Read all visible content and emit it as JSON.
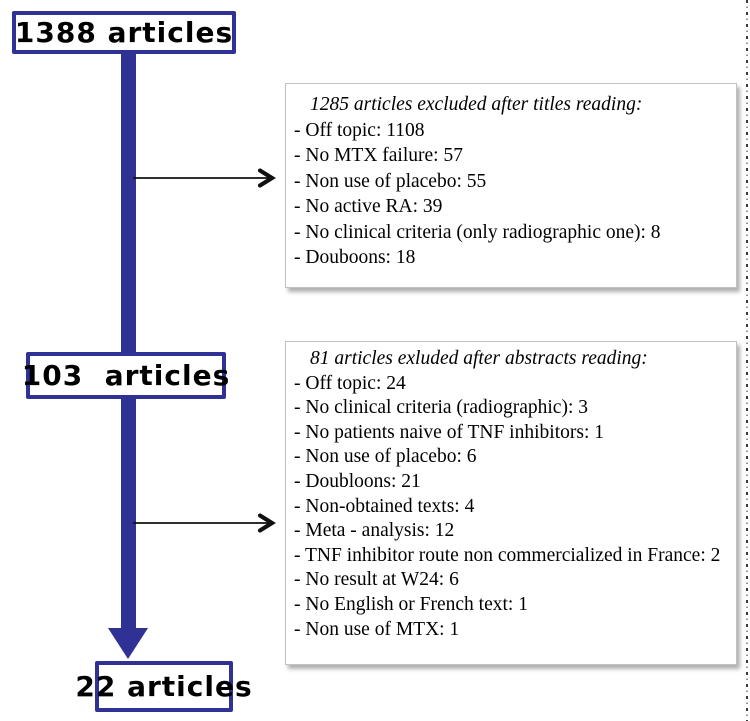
{
  "colors": {
    "accent_blue": "#2f3195",
    "arrow_black": "#111111",
    "excl_border_gray": "#c2c2c2"
  },
  "icons": {
    "main_flow_arrow": "thick-down-arrow",
    "exclusion_arrow": "thin-right-arrow",
    "page_edge": "dotted-vertical-line"
  },
  "flow": {
    "box1_label": "1388 articles",
    "box2_label": "103  articles",
    "box3_label": "22 articles"
  },
  "exclusion_box_1": {
    "title": "1285 articles excluded after titles reading:",
    "items": [
      "- Off topic: 1108",
      "- No MTX failure: 57",
      "- Non use of placebo: 55",
      "- No active RA: 39",
      "- No clinical criteria (only radiographic one): 8",
      "- Douboons: 18"
    ]
  },
  "exclusion_box_2": {
    "title": "81 articles exluded after abstracts reading:",
    "items": [
      "- Off topic: 24",
      "- No clinical criteria (radiographic): 3",
      "- No patients naive of TNF inhibitors: 1",
      "- Non use of placebo: 6",
      "- Doubloons: 21",
      "- Non-obtained texts: 4",
      "- Meta - analysis: 12",
      "- TNF inhibitor route non commercialized in France: 2",
      "- No result at W24: 6",
      "- No English or French text: 1",
      "- Non use of MTX: 1"
    ]
  }
}
